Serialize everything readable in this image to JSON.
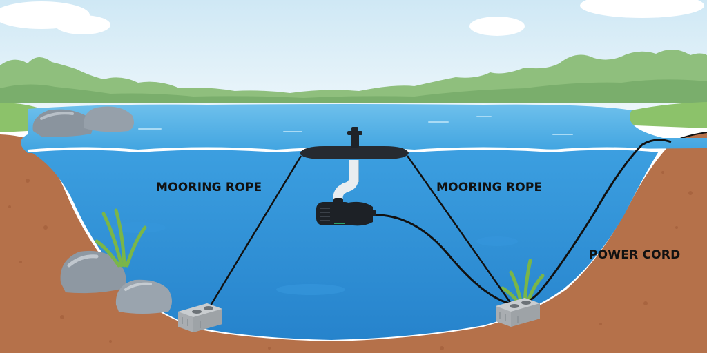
{
  "labels": {
    "mooring_rope_left": "MOORING ROPE",
    "mooring_rope_right": "MOORING ROPE",
    "power_cord": "POWER CORD"
  },
  "colors": {
    "sky": "#dceef7",
    "water_surface": "#7cc6ee",
    "water_deep": "#2d8fd6",
    "soil": "#b5714a",
    "grass": "#8cc26a",
    "trees": "#8fbf7d",
    "rope": "#111111",
    "float": "#262a30",
    "pump": "#1d2126",
    "rock": "#9aa2ab",
    "cinder_block": "#b4b8bb"
  },
  "icons": [
    "fountain-float-icon",
    "pump-icon",
    "cinder-block-icon",
    "rock-icon",
    "plant-icon"
  ]
}
